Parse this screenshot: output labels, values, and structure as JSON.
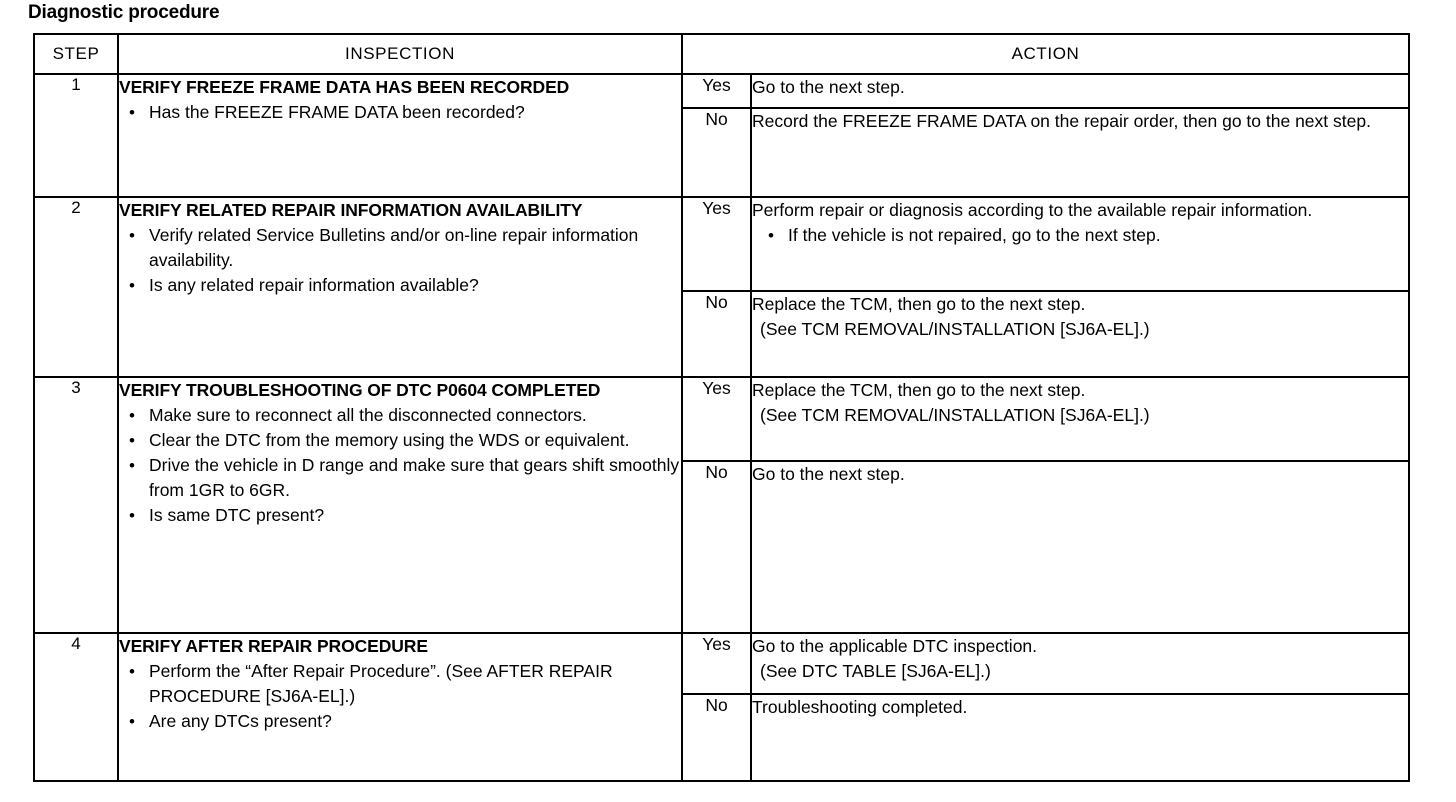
{
  "page": {
    "title": "Diagnostic procedure"
  },
  "table": {
    "headers": {
      "step": "STEP",
      "inspection": "INSPECTION",
      "action": "ACTION"
    },
    "answers": {
      "yes": "Yes",
      "no": "No"
    },
    "rows": [
      {
        "step": "1",
        "inspection": {
          "heading": "VERIFY FREEZE FRAME DATA HAS BEEN RECORDED",
          "bullets": [
            "Has the FREEZE FRAME DATA been recorded?"
          ]
        },
        "yes_action": {
          "lines": [
            "Go to the next step."
          ],
          "bullets": []
        },
        "no_action": {
          "lines": [
            "Record the FREEZE FRAME DATA on the repair order, then go to the next step."
          ],
          "bullets": []
        }
      },
      {
        "step": "2",
        "inspection": {
          "heading": "VERIFY RELATED REPAIR INFORMATION AVAILABILITY",
          "bullets": [
            "Verify related Service Bulletins and/or on-line repair information availability.",
            "Is any related repair information available?"
          ]
        },
        "yes_action": {
          "lines": [
            "Perform repair or diagnosis according to the available repair information."
          ],
          "bullets": [
            "If the vehicle is not repaired, go to the next step."
          ]
        },
        "no_action": {
          "lines": [
            "Replace the TCM, then go to the next step.",
            "(See TCM REMOVAL/INSTALLATION [SJ6A-EL].)"
          ],
          "bullets": []
        }
      },
      {
        "step": "3",
        "inspection": {
          "heading": "VERIFY TROUBLESHOOTING OF DTC P0604 COMPLETED",
          "bullets": [
            "Make sure to reconnect all the disconnected connectors.",
            "Clear the DTC from the memory using the WDS or equivalent.",
            "Drive the vehicle in D range and make sure that gears shift smoothly from 1GR to 6GR.",
            "Is same DTC present?"
          ]
        },
        "yes_action": {
          "lines": [
            "Replace the TCM, then go to the next step.",
            "(See TCM REMOVAL/INSTALLATION [SJ6A-EL].)"
          ],
          "bullets": []
        },
        "no_action": {
          "lines": [
            "Go to the next step."
          ],
          "bullets": []
        }
      },
      {
        "step": "4",
        "inspection": {
          "heading": "VERIFY AFTER REPAIR PROCEDURE",
          "bullets": [
            "Perform the “After Repair Procedure”. (See  AFTER REPAIR PROCEDURE [SJ6A-EL].)",
            "Are any DTCs present?"
          ]
        },
        "yes_action": {
          "lines": [
            "Go to the applicable DTC inspection.",
            "(See DTC TABLE [SJ6A-EL].)"
          ],
          "bullets": []
        },
        "no_action": {
          "lines": [
            "Troubleshooting completed."
          ],
          "bullets": []
        }
      }
    ]
  },
  "colors": {
    "ink": "#000000",
    "paper": "#ffffff"
  }
}
